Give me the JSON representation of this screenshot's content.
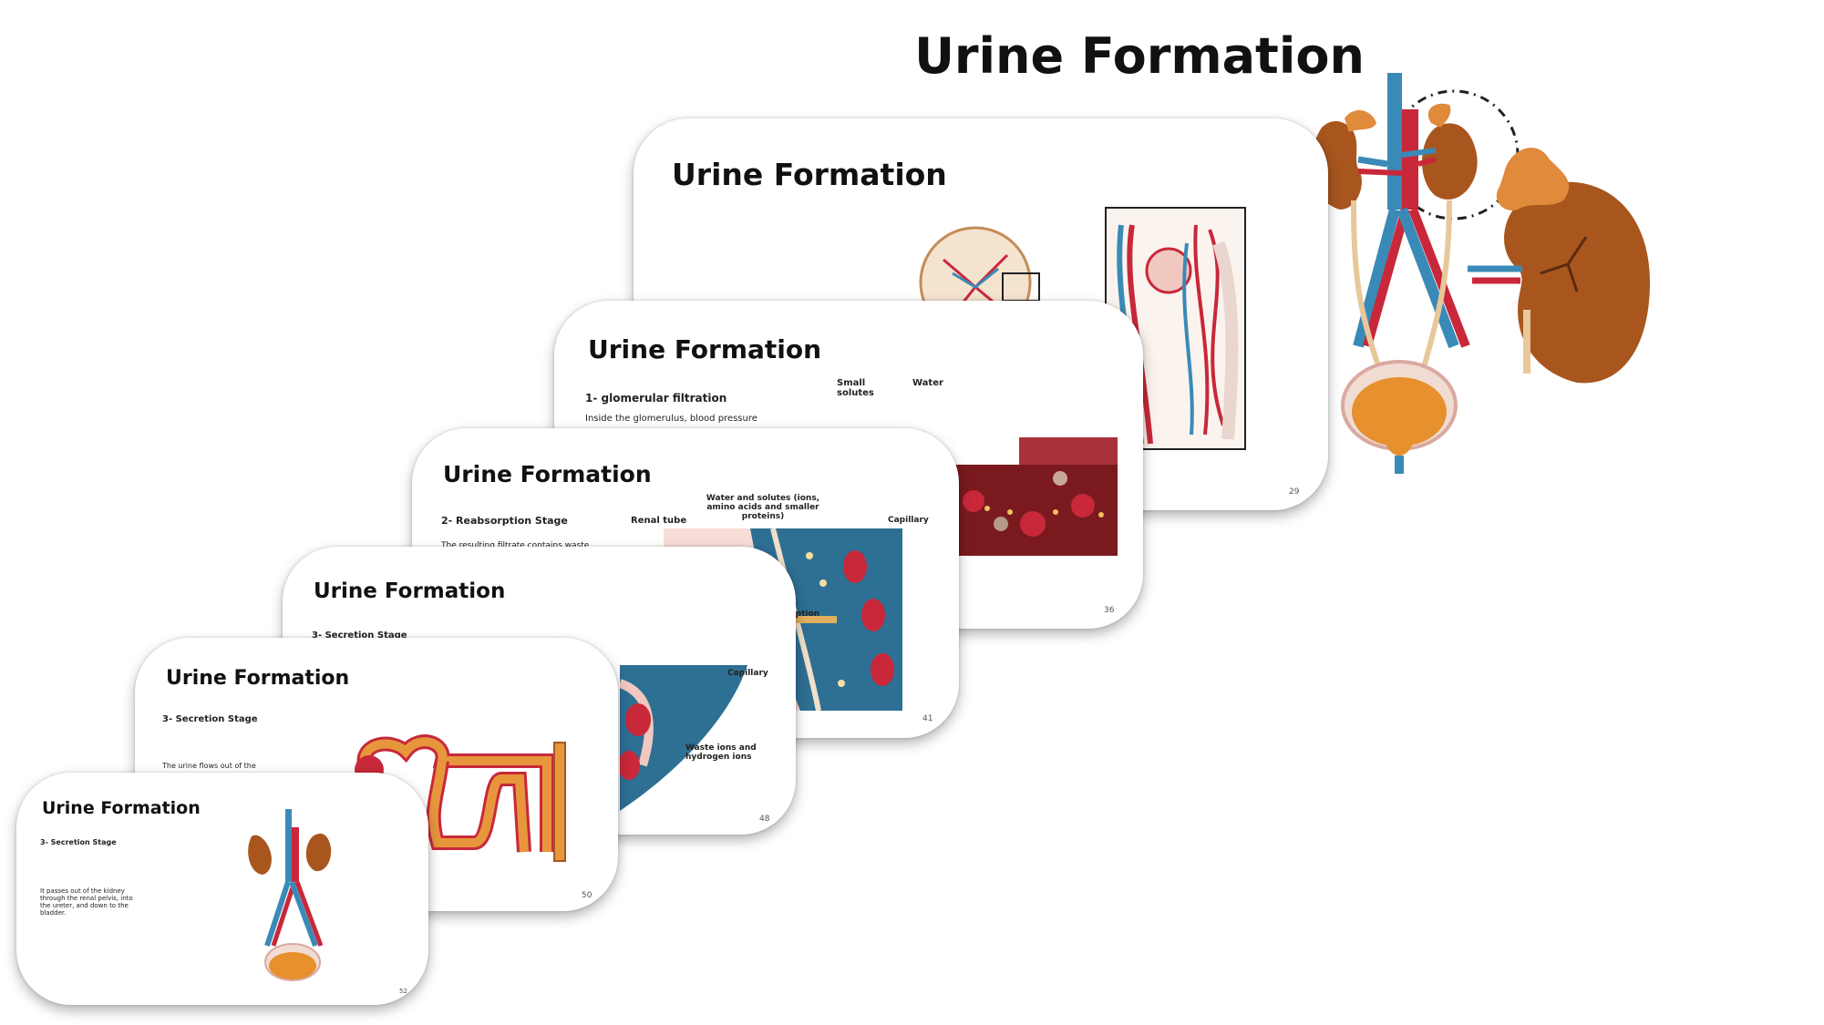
{
  "page": {
    "title": "Urine Formation"
  },
  "slides": [
    {
      "title": "Urine Formation",
      "page_number": "29"
    },
    {
      "title": "Urine Formation",
      "subtitle": "1- glomerular filtration",
      "text": "Inside the glomerulus, blood pressure",
      "label_small_solutes": "Small solutes",
      "label_water": "Water",
      "page_number": "36"
    },
    {
      "title": "Urine Formation",
      "subtitle": "2- Reabsorption Stage",
      "text": "The resulting filtrate contains waste",
      "label_renal_tube": "Renal tube",
      "label_water_solutes": "Water and solutes (ions, amino acids and smaller proteins)",
      "label_capillary": "Capillary",
      "label_absorption": "orption",
      "page_number": "41"
    },
    {
      "title": "Urine Formation",
      "subtitle": "3- Secretion Stage",
      "label_capillary": "Capillary",
      "label_waste": "Waste ions and hydrogen ions",
      "page_number": "48"
    },
    {
      "title": "Urine Formation",
      "subtitle": "3- Secretion Stage",
      "text": "The urine flows out of the",
      "page_number": "50"
    },
    {
      "title": "Urine Formation",
      "subtitle": "3- Secretion Stage",
      "text": "It passes out of the kidney through the renal pelvis, into the ureter, and down to the bladder.",
      "page_number": "52"
    }
  ],
  "colors": {
    "kidney": "#a8561e",
    "kidney_light": "#e08a3c",
    "artery": "#c8283a",
    "vein": "#3a8ab8",
    "tubule": "#e8963c",
    "bladder": "#e6902e"
  }
}
